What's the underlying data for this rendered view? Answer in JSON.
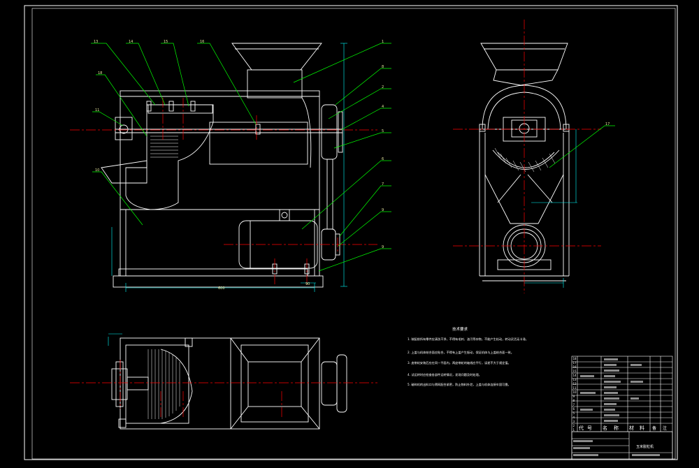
{
  "colors": {
    "background": "#000000",
    "outline": "#ffffff",
    "centerline": "#ff0000",
    "leader": "#00ff00",
    "dimension": "#00ffff",
    "section_hatch": "#ffffff",
    "label": "#e8e8a0"
  },
  "balloons": [
    {
      "id": "b13",
      "label": "13"
    },
    {
      "id": "b14",
      "label": "14"
    },
    {
      "id": "b15",
      "label": "15"
    },
    {
      "id": "b16",
      "label": "16"
    },
    {
      "id": "b18",
      "label": "18"
    },
    {
      "id": "b11",
      "label": "11"
    },
    {
      "id": "b10",
      "label": "10"
    },
    {
      "id": "b1",
      "label": "1"
    },
    {
      "id": "b8",
      "label": "8"
    },
    {
      "id": "b2",
      "label": "2"
    },
    {
      "id": "b4",
      "label": "4"
    },
    {
      "id": "b5",
      "label": "5"
    },
    {
      "id": "b6",
      "label": "6"
    },
    {
      "id": "b7",
      "label": "7"
    },
    {
      "id": "b9a",
      "label": "9"
    },
    {
      "id": "b9b",
      "label": "9"
    },
    {
      "id": "b17",
      "label": "17"
    }
  ],
  "dimensions": {
    "overall_length": "600",
    "right_length": "90"
  },
  "technical_requirements": {
    "title": "技术要求",
    "items": [
      "1. 装配前所有零件应清洗干净，不得有毛刺、油污等杂物，不能产生松动，转动灵活无卡滞。",
      "2. 上盖与机体结合面应贴合，不得有上盖产生振动，保证机体与上盖结合面一致。",
      "3. 皮带轮安装后应在同一平面内，两皮带轮的轴线应平行，误差不大于规定值。",
      "4. 试运转时应检查各部件运转情况，发现问题及时处理。",
      "5. 破碎机的出料口与筛网配合紧密，防止物料外泄，上盖与机体连接牢固可靠。"
    ]
  },
  "title_block": {
    "machine_name": "玉米脱粒机",
    "header": [
      "代",
      "号",
      "名",
      "称",
      "材",
      "料",
      "备",
      "注"
    ],
    "row_numbers": [
      "18",
      "17",
      "16",
      "15",
      "14",
      "13",
      "12",
      "11",
      "10",
      "9",
      "8",
      "7",
      "6",
      "5",
      "4",
      "3",
      "2",
      "1"
    ]
  }
}
